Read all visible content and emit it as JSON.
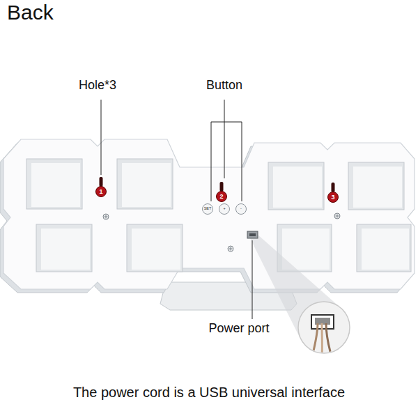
{
  "diagram": {
    "title": "Back",
    "caption": "The power cord is a USB universal interface",
    "nodes": [
      {
        "text": [
          "1"
        ]
      },
      {
        "text": [
          "2"
        ]
      },
      {
        "text": [
          "3"
        ]
      },
      {
        "text": [
          "SET"
        ]
      },
      {
        "text": [
          "+"
        ]
      },
      {
        "text": [
          "-"
        ]
      }
    ],
    "labels": [
      "Hole*3",
      "Button",
      "Power port"
    ]
  }
}
